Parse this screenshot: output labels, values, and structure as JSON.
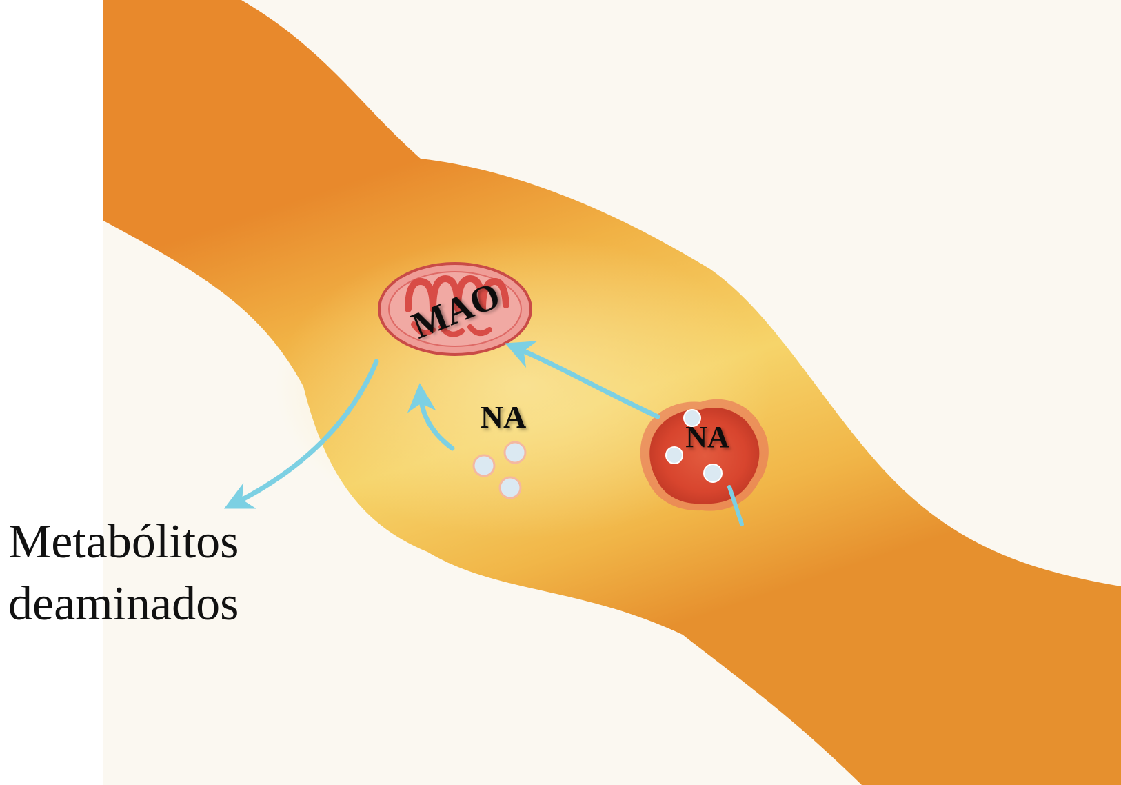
{
  "labels": {
    "mao": "MAO",
    "na_free": "NA",
    "na_vesicle": "NA",
    "metabolites_line1": "Metabólitos",
    "metabolites_line2": "deaminados"
  },
  "colors": {
    "background": "#ffffff",
    "panel": "#fbf8f1",
    "axon_core": "#f4cf63",
    "axon_edge": "#e8932f",
    "mitochondrion_fill": "#ef9d97",
    "mitochondrion_inner": "#d84c46",
    "vesicle_fill": "#d94a33",
    "vesicle_halo": "#e87a5a",
    "granule": "#dbe9f2",
    "arrow": "#7cd0e3",
    "text": "#111111"
  },
  "icons": {
    "mitochondrion": "mitochondrion-icon",
    "vesicle": "storage-vesicle-icon",
    "granules": "noradrenaline-granules-icon",
    "arrows": "arrow-icon"
  }
}
